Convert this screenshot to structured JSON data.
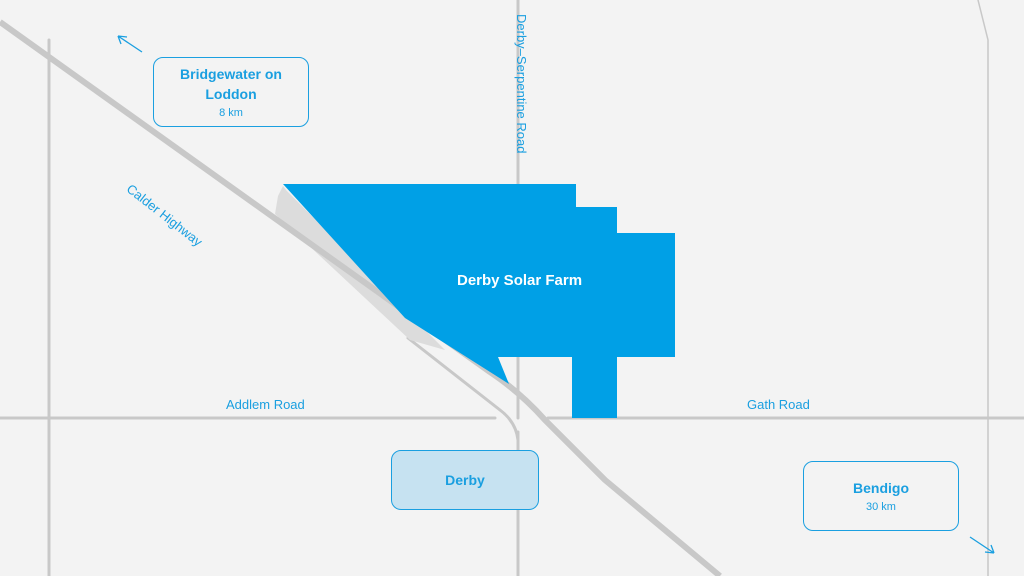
{
  "map": {
    "solar_farm": {
      "label": "Derby Solar Farm",
      "color": "#00a0e6"
    },
    "roads": {
      "calder": "Calder Highway",
      "serpentine": "Derby–Serpentine Road",
      "addlem": "Addlem Road",
      "gath": "Gath Road"
    },
    "destinations": {
      "bridgewater": {
        "name": "Bridgewater on Loddon",
        "distance": "8 km"
      },
      "bendigo": {
        "name": "Bendigo",
        "distance": "30 km"
      }
    },
    "town": {
      "name": "Derby"
    },
    "colors": {
      "background": "#f3f3f3",
      "road": "#c8c8c8",
      "accent": "#1a9fe0",
      "town_fill": "#c6e2f1"
    },
    "icons": {
      "arrow_nw": "arrow-up-left-icon",
      "arrow_se": "arrow-down-right-icon"
    }
  }
}
